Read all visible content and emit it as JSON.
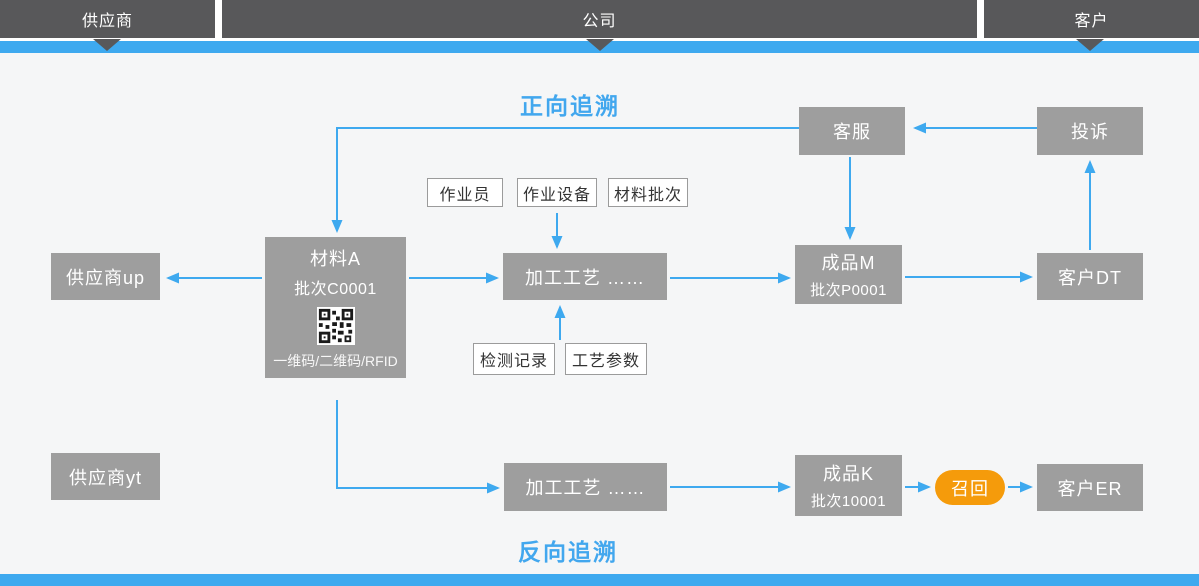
{
  "header": {
    "supplier": "供应商",
    "company": "公司",
    "customer": "客户"
  },
  "titles": {
    "forward": "正向追溯",
    "backward": "反向追溯"
  },
  "nodes": {
    "customer_service": "客服",
    "complaint": "投诉",
    "operator": "作业员",
    "equipment": "作业设备",
    "material_batch": "材料批次",
    "material_a_name": "材料A",
    "material_a_batch": "批次C0001",
    "material_a_codes": "一维码/二维码/RFID",
    "supplier_up": "供应商up",
    "process_forward": "加工工艺  ……",
    "product_m_name": "成品M",
    "product_m_batch": "批次P0001",
    "customer_dt": "客户DT",
    "inspection_record": "检测记录",
    "process_params": "工艺参数",
    "supplier_yt": "供应商yt",
    "process_backward": "加工工艺  ……",
    "product_k_name": "成品K",
    "product_k_batch": "批次10001",
    "recall": "召回",
    "customer_er": "客户ER"
  },
  "colors": {
    "accent_blue": "#3ea9ef",
    "header_dark": "#58585a",
    "node_gray": "#9e9e9e",
    "recall_orange": "#f59b0b",
    "background": "#f5f6f7"
  }
}
